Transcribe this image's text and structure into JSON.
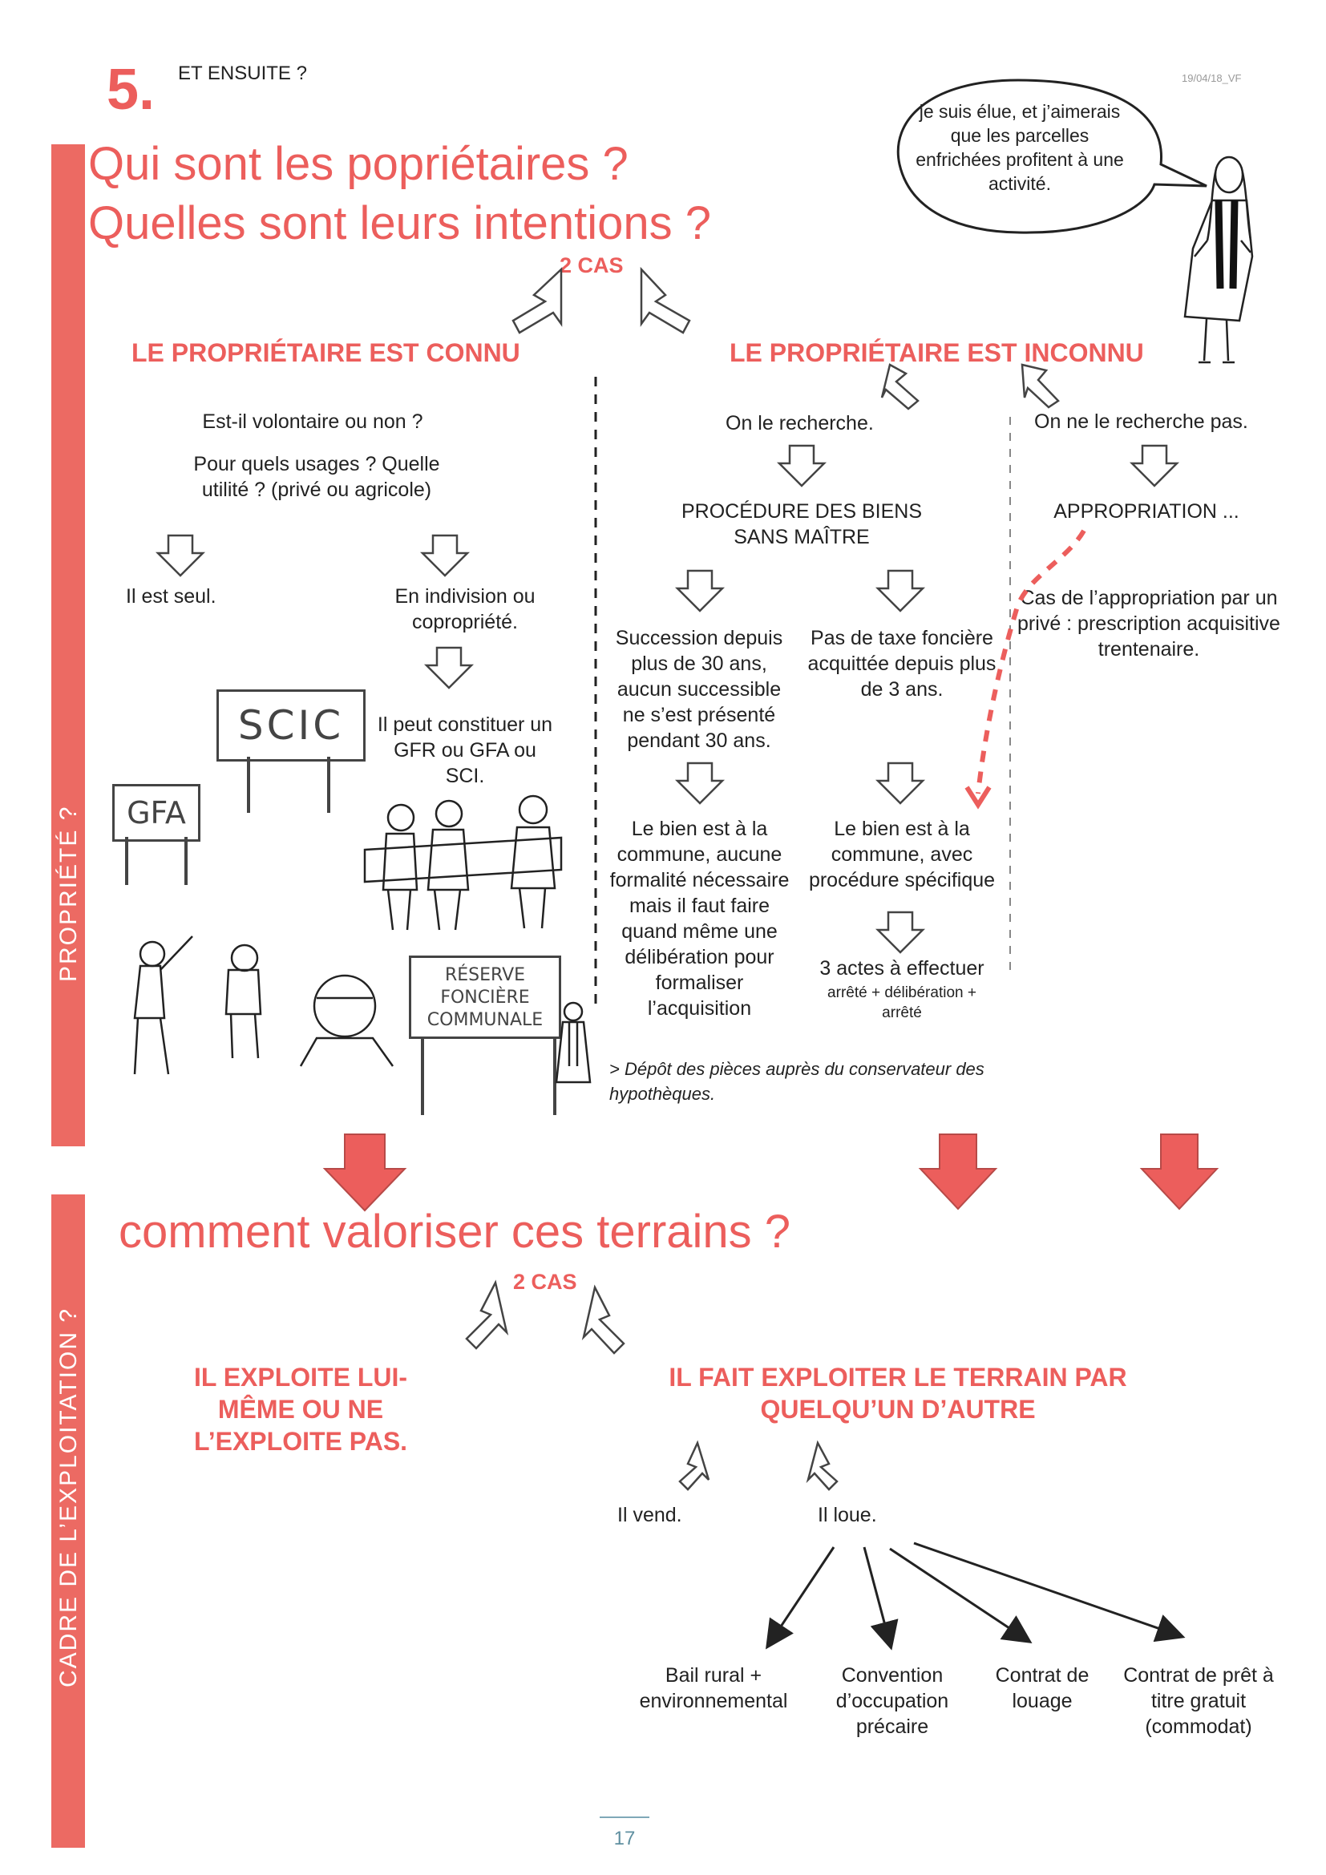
{
  "header": {
    "number": "5.",
    "section_title": "ET ENSUITE ?",
    "version": "19/04/18_VF"
  },
  "speech": {
    "text": "je suis élue, et j’aimerais que les parcelles enfrichées profitent à une activité."
  },
  "side_labels": {
    "property": "PROPRIÉTÉ ?",
    "exploitation": "CADRE DE L’EXPLOITATION ?"
  },
  "property": {
    "title_line1": "Qui sont les popriétaires ?",
    "title_line2": "Quelles sont leurs intentions ?",
    "cases": "2 CAS",
    "known": {
      "heading": "LE PROPRIÉTAIRE EST CONNU",
      "q1": "Est-il volontaire ou non ?",
      "q2": "Pour quels usages ? Quelle utilité ? (privé ou agricole)",
      "alone": "Il est seul.",
      "joint": "En indivision ou copropriété.",
      "constitute": "Il peut constituer un GFR ou GFA ou SCI."
    },
    "unknown": {
      "heading": "LE PROPRIÉTAIRE EST INCONNU",
      "search": "On le recherche.",
      "no_search": "On ne le recherche pas.",
      "procedure": "PROCÉDURE DES BIENS SANS MAÎTRE",
      "appropriation": "APPROPRIATION ...",
      "appropriation_case": "Cas de l’appropriation par un privé : prescription acquisitive trentenaire.",
      "succession": "Succession depuis plus de 30 ans, aucun successible ne s’est présenté pendant 30 ans.",
      "tax": "Pas de taxe foncière acquittée depuis plus de 3 ans.",
      "result_a": "Le bien est à la commune, aucune formalité nécessaire mais il faut faire quand même une délibération pour formaliser l’acquisition",
      "result_b": "Le bien est à la commune, avec procédure spécifique",
      "acts": "3 actes à effectuer",
      "acts_detail": "arrêté + délibération + arrêté",
      "deposit": "> Dépôt des pièces auprès du conservateur des hypothèques."
    }
  },
  "illustration": {
    "sign_scic": "SCIC",
    "sign_gfa": "GFA",
    "sign_reserve": "RÉSERVE FONCIÈRE COMMUNALE"
  },
  "exploitation": {
    "title": "comment valoriser ces terrains ?",
    "cases": "2 CAS",
    "self": "IL EXPLOITE LUI-MÊME OU NE L’EXPLOITE PAS.",
    "other": "IL FAIT EXPLOITER LE TERRAIN PAR QUELQU’UN D’AUTRE",
    "sells": "Il vend.",
    "rents": "Il loue.",
    "options": [
      "Bail rural + environnemental",
      "Convention d’occupation précaire",
      "Contrat de louage",
      "Contrat de prêt à titre gratuit (commodat)"
    ]
  },
  "footer": {
    "page": "17"
  }
}
